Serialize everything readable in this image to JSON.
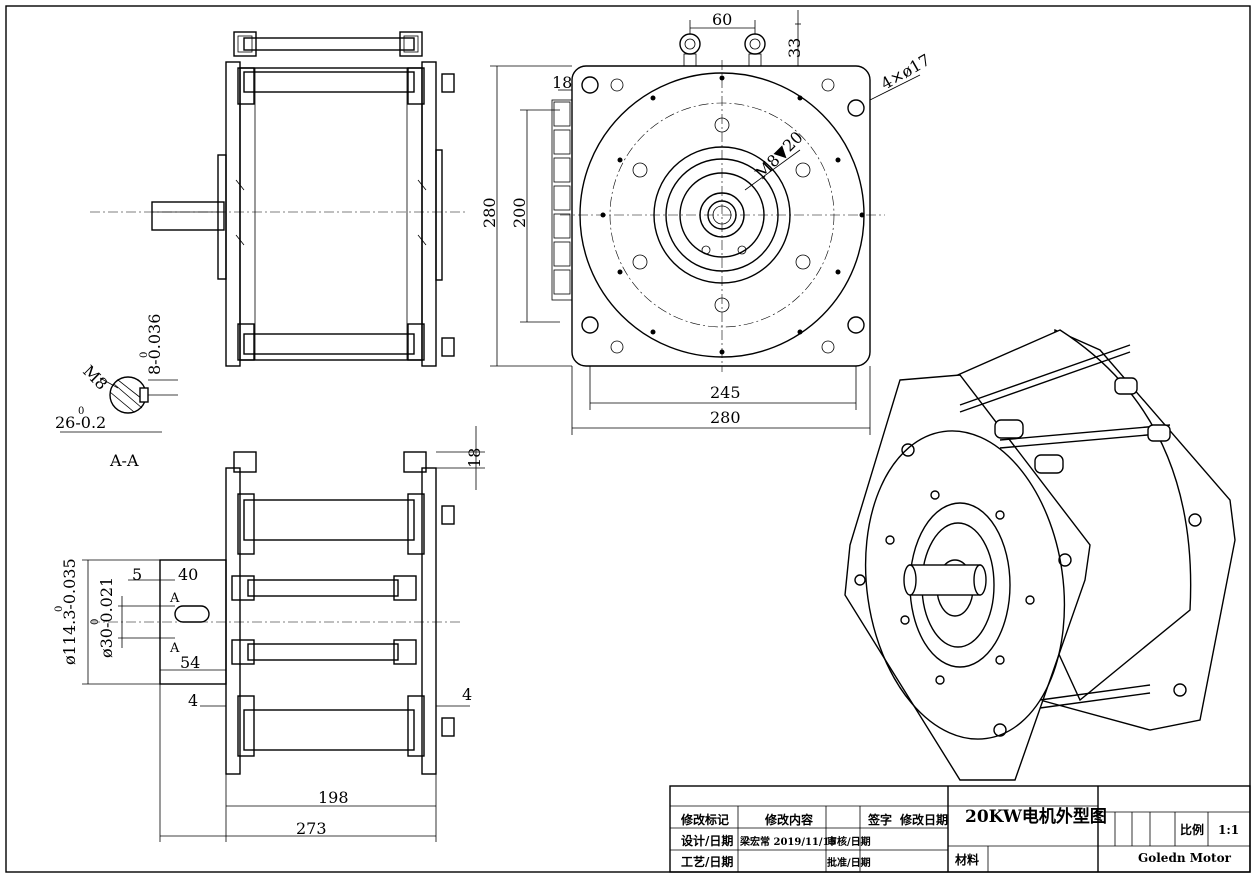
{
  "dimensions": {
    "top_flange_60": "60",
    "top_flange_33": "33",
    "hole_spec": "4×ø17",
    "offset_18": "18",
    "height_280": "280",
    "height_200": "200",
    "bolt_spec": "M8▼20",
    "width_245": "245",
    "width_280": "280",
    "section_m8": "M8",
    "section_key_0": "0",
    "section_key": "8-0.036",
    "section_26_0": "0",
    "section_26": "26-0.2",
    "section_label": "A-A",
    "bot_18": "18",
    "dim_5": "5",
    "dim_40": "40",
    "dia_114_0": "0",
    "dia_114": "ø114.3-0.035",
    "dia_30_0": "0",
    "dia_30": "ø30-0.021",
    "a_top": "A",
    "a_bot": "A",
    "dim_54": "54",
    "dim_4_left": "4",
    "dim_4_right": "4",
    "len_198": "198",
    "len_273": "273"
  },
  "title_block": {
    "rev_mark": "修改标记",
    "rev_content": "修改内容",
    "sign": "签字",
    "rev_date": "修改日期",
    "title": "20KW电机外型图",
    "design_date": "设计/日期",
    "designer": "梁宏常 2019/11/15",
    "review_date": "审核/日期",
    "process_date": "工艺/日期",
    "approve_date": "批准/日期",
    "material": "材料",
    "scale_label": "比例",
    "scale_value": "1:1",
    "company": "Goledn Motor"
  }
}
